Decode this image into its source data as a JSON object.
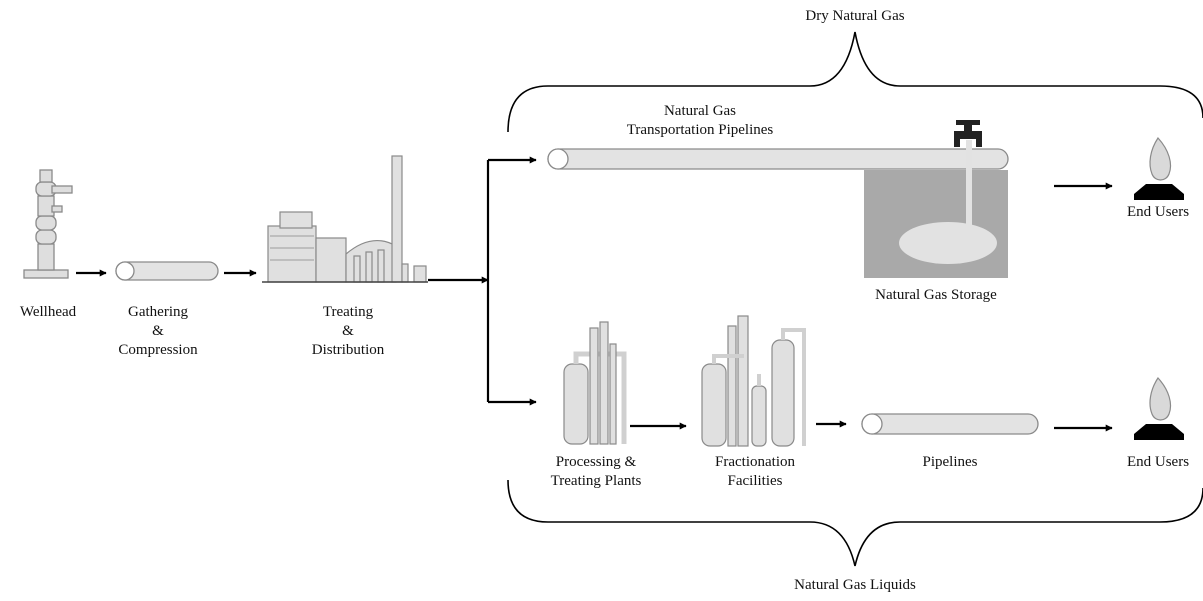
{
  "labels": {
    "dry_natural_gas": "Dry Natural Gas",
    "natural_gas_liquids": "Natural Gas Liquids",
    "wellhead": "Wellhead",
    "gathering": [
      "Gathering",
      "&",
      "Compression"
    ],
    "treating": [
      "Treating",
      "&",
      "Distribution"
    ],
    "transport_pipelines": [
      "Natural Gas",
      "Transportation Pipelines"
    ],
    "storage": "Natural Gas Storage",
    "end_users_top": "End Users",
    "processing": [
      "Processing &",
      "Treating Plants"
    ],
    "fractionation": [
      "Fractionation",
      "Facilities"
    ],
    "pipelines": "Pipelines",
    "end_users_bottom": "End Users"
  },
  "colors": {
    "equipment_fill": "#dedede",
    "equipment_stroke": "#8a8a8a",
    "storage_ground": "#a9a9a9",
    "storage_cavern": "#e2e2e2",
    "line": "#000000"
  },
  "icons": [
    "wellhead-icon",
    "pipeline-icon",
    "gas-plant-icon",
    "valve-icon",
    "storage-cavern-icon",
    "flame-burner-icon",
    "processing-tower-icon",
    "fractionation-tower-icon"
  ]
}
